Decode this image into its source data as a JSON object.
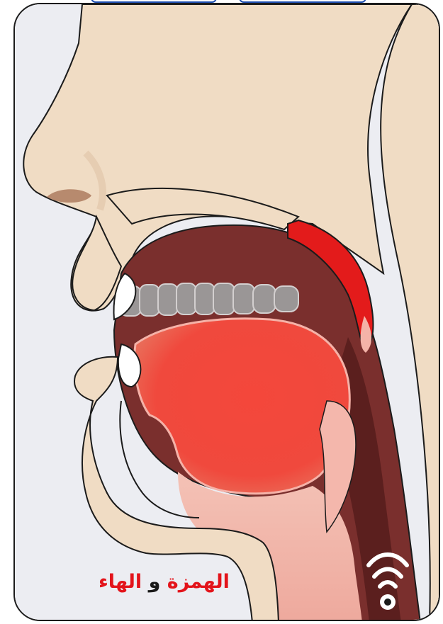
{
  "caption": {
    "part1": "الهمزة",
    "connector": "و",
    "part2": "الهاء"
  },
  "icons": {
    "audio": "sound-waves-icon"
  },
  "colors": {
    "background": "#ecedf2",
    "skin": "#f0dcc4",
    "skin_shadow": "#e4c7ab",
    "mouth_cavity": "#7a2f2d",
    "mouth_dark": "#5b1f1e",
    "tongue_highlight": "#f2453a",
    "soft_palate": "#e31b1b",
    "throat_pink": "#f1b5ad",
    "caption_red": "#e3141b",
    "caption_dark": "#1a1a1a",
    "frame_border": "#1b1b1b",
    "tab_border": "#1f4fb0"
  }
}
